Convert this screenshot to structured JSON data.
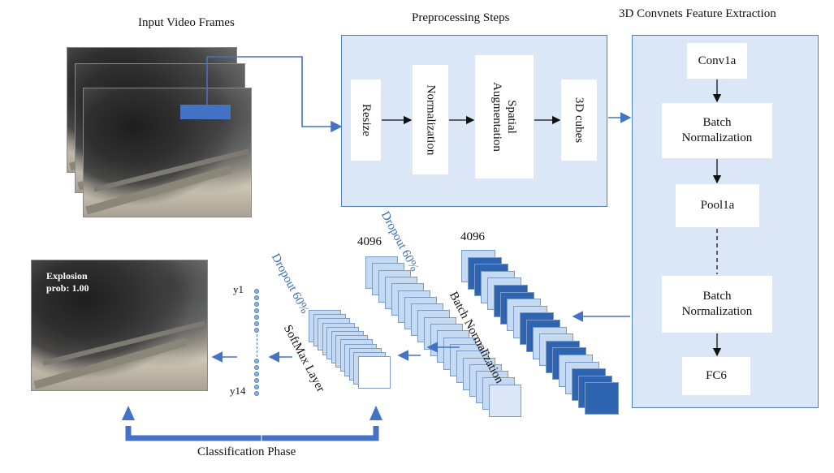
{
  "headings": {
    "input_frames": "Input Video Frames",
    "preprocessing": "Preprocessing  Steps",
    "feature_extraction": "3D Convnets Feature Extraction",
    "classification": "Classification Phase"
  },
  "preprocessing_steps": [
    "Resize",
    "Normalization",
    "Spatial\nAugmentation",
    "3D cubes"
  ],
  "convnet_blocks": [
    "Conv1a",
    "Batch\nNormalization",
    "Pool1a",
    "Batch\nNormalization",
    "FC6"
  ],
  "layers": {
    "size_left": "4096",
    "size_right": "4096",
    "dropout_left": "Dropout 60%",
    "dropout_right": "Dropout 60%",
    "batch_norm": "Batch Normalization",
    "softmax": "SoftMax Layer"
  },
  "outputs": {
    "first": "y1",
    "last": "y14"
  },
  "result": {
    "label": "Explosion\nprob: 1.00"
  },
  "colors": {
    "panel_fill": "#dbe7f6",
    "panel_border": "#4f81bd",
    "arrow_blue": "#4472c4",
    "layer_light": "#c5d9f1",
    "layer_dark": "#2e64b0"
  }
}
